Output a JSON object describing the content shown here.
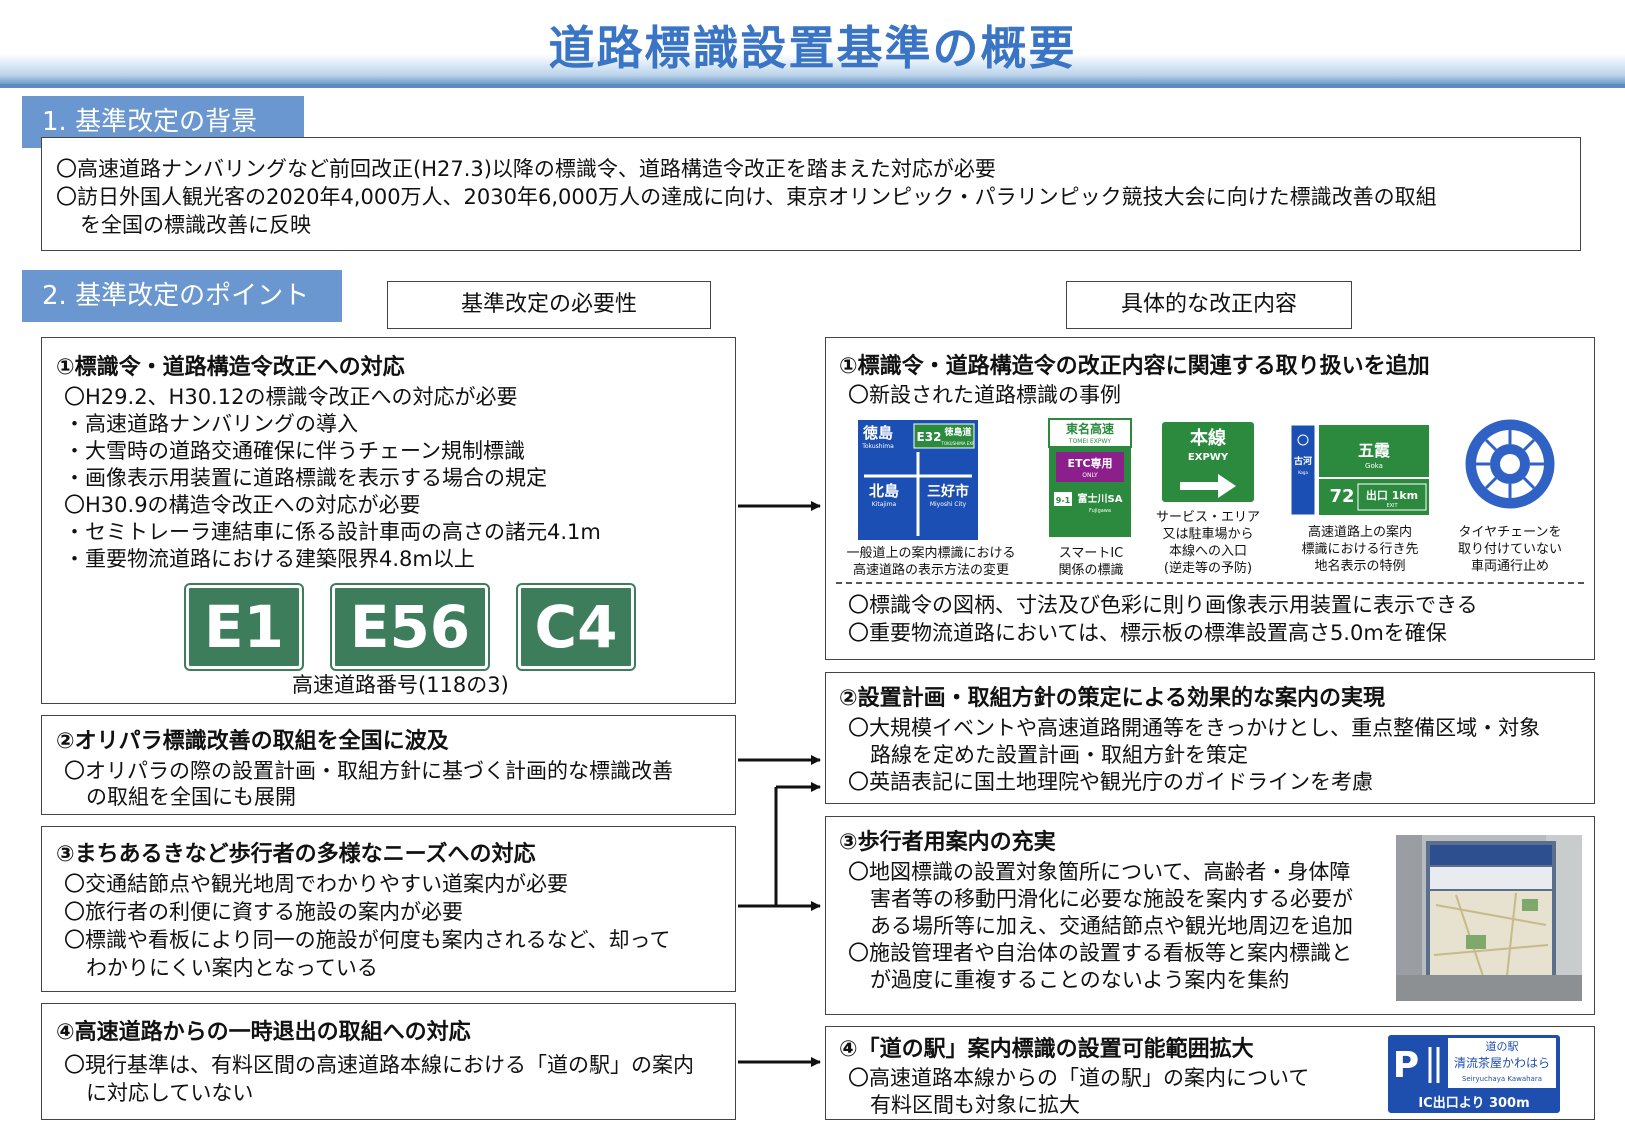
{
  "page_title": "道路標識設置基準の概要",
  "section1": {
    "heading": "1. 基準改定の背景",
    "lines": [
      "〇高速道路ナンバリングなど前回改正(H27.3)以降の標識令、道路構造令改正を踏まえた対応が必要",
      "〇訪日外国人観光客の2020年4,000万人、2030年6,000万人の達成に向け、東京オリンピック・パラリンピック競技大会に向けた標識改善の取組",
      "を全国の標識改善に反映"
    ]
  },
  "section2": {
    "heading": "2. 基準改定のポイント",
    "col_left_label": "基準改定の必要性",
    "col_right_label": "具体的な改正内容"
  },
  "left": {
    "p1": {
      "title": "①標識令・道路構造令改正への対応",
      "lines": [
        "〇H29.2、H30.12の標識令改正への対応が必要",
        "・高速道路ナンバリングの導入",
        "・大雪時の道路交通確保に伴うチェーン規制標識",
        "・画像表示用装置に道路標識を表示する場合の規定",
        "〇H30.9の構造令改正への対応が必要",
        "・セミトレーラ連結車に係る設計車両の高さの諸元4.1m",
        "・重要物流道路における建築限界4.8m以上"
      ],
      "badges": [
        "E1",
        "E56",
        "C4"
      ],
      "badge_caption": "高速道路番号(118の3)"
    },
    "p2": {
      "title": "②オリパラ標識改善の取組を全国に波及",
      "lines": [
        "〇オリパラの際の設置計画・取組方針に基づく計画的な標識改善",
        "の取組を全国にも展開"
      ]
    },
    "p3": {
      "title": "③まちあるきなど歩行者の多様なニーズへの対応",
      "lines": [
        "〇交通結節点や観光地周でわかりやすい道案内が必要",
        "〇旅行者の利便に資する施設の案内が必要",
        "〇標識や看板により同一の施設が何度も案内されるなど、却って",
        "わかりにくい案内となっている"
      ]
    },
    "p4": {
      "title": "④高速道路からの一時退出の取組への対応",
      "lines": [
        "〇現行基準は、有料区間の高速道路本線における「道の駅」の案内",
        "に対応していない"
      ]
    }
  },
  "right": {
    "r1": {
      "title": "①標識令・道路構造令の改正内容に関連する取り扱いを追加",
      "subtitle": "〇新設された道路標識の事例",
      "signs": {
        "s1": {
          "top_left": "徳島",
          "top_left_en": "Tokushima",
          "route": "E32",
          "route_dest": "徳島道",
          "route_dest_en": "TOKUSHIMA EXP",
          "left": "北島",
          "left_en": "Kitajima",
          "right": "三好市",
          "right_en": "Miyoshi City"
        },
        "s2": {
          "name": "東名高速",
          "name_en": "TOMEI EXPWY",
          "etc": "ETC専用",
          "etc_en": "ONLY",
          "sa_num": "9-1",
          "sa": "富士川SA",
          "sa_en": "Fujigawa"
        },
        "s3": {
          "main": "本線",
          "main_en": "EXPWY"
        },
        "s4": {
          "side": "古河",
          "side_en": "Koga",
          "place": "五霞",
          "place_en": "Goka",
          "num": "72",
          "exit": "出口 1km",
          "exit_en": "EXIT"
        }
      },
      "captions": [
        [
          "一般道上の案内標識における",
          "高速道路の表示方法の変更"
        ],
        [
          "スマートIC",
          "関係の標識"
        ],
        [
          "サービス・エリア",
          "又は駐車場から",
          "本線への入口",
          "(逆走等の予防)"
        ],
        [
          "高速道路上の案内",
          "標識における行き先",
          "地名表示の特例"
        ],
        [
          "タイヤチェーンを",
          "取り付けていない",
          "車両通行止め"
        ]
      ],
      "lines": [
        "〇標識令の図柄、寸法及び色彩に則り画像表示用装置に表示できる",
        "〇重要物流道路においては、標示板の標準設置高さ5.0mを確保"
      ]
    },
    "r2": {
      "title": "②設置計画・取組方針の策定による効果的な案内の実現",
      "lines": [
        "〇大規模イベントや高速道路開通等をきっかけとし、重点整備区域・対象",
        "路線を定めた設置計画・取組方針を策定",
        "〇英語表記に国土地理院や観光庁のガイドラインを考慮"
      ]
    },
    "r3": {
      "title": "③歩行者用案内の充実",
      "lines": [
        "〇地図標識の設置対象箇所について、高齢者・身体障",
        "害者等の移動円滑化に必要な施設を案内する必要が",
        "ある場所等に加え、交通結節点や観光地周辺を追加",
        "〇施設管理者や自治体の設置する看板等と案内標識と",
        "が過度に重複することのないよう案内を集約"
      ]
    },
    "r4": {
      "title": "④「道の駅」案内標識の設置可能範囲拡大",
      "lines": [
        "〇高速道路本線からの「道の駅」の案内について",
        "有料区間も対象に拡大"
      ],
      "sign": {
        "p": "P",
        "title": "道の駅",
        "name": "清流茶屋かわはら",
        "name_en": "Seiryuchaya Kawahara",
        "distance": "IC出口より 300m"
      }
    }
  }
}
